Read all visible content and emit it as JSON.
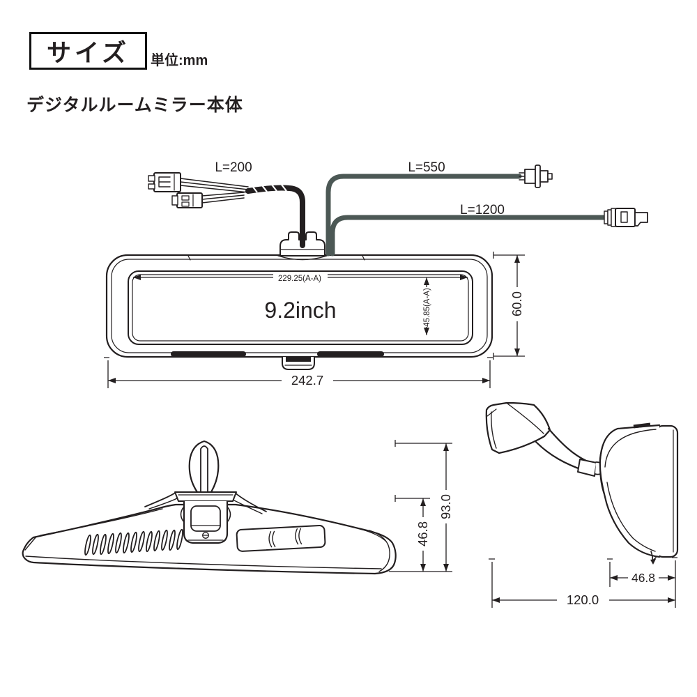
{
  "header": {
    "title": "サイズ",
    "unit_label": "単位:mm"
  },
  "section_title": "デジタルルームミラー本体",
  "colors": {
    "line": "#231f20",
    "cable": "#4c5855",
    "background": "#ffffff"
  },
  "diagram": {
    "cables": {
      "power": {
        "label": "L=200"
      },
      "camera_short": {
        "label": "L=550"
      },
      "camera_long": {
        "label": "L=1200"
      }
    },
    "front_view": {
      "display_size": "9.2inch",
      "display_width_mm": "229.25(A-A)",
      "display_height_mm": "45.85(A-A)",
      "body_height_mm": "60.0",
      "body_width_mm": "242.7"
    },
    "side_view": {
      "overall_height_mm": "93.0",
      "body_height_mm": "46.8"
    },
    "profile_view": {
      "head_depth_mm": "46.8",
      "overall_depth_mm": "120.0"
    }
  }
}
